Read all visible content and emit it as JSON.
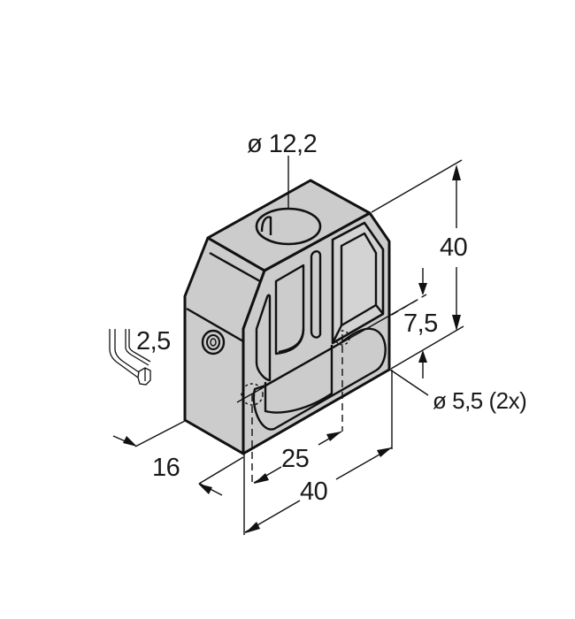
{
  "drawing": {
    "title": "Mounting bracket dimension drawing",
    "fill_color": "#cccccc",
    "line_color": "#111111",
    "background": "#ffffff"
  },
  "dimensions": {
    "top_bore": "ø 12,2",
    "height": "40",
    "hole_offset": "7,5",
    "mount_holes": "ø 5,5 (2x)",
    "hex_key": "2,5",
    "depth": "16",
    "hole_spacing": "25",
    "width": "40"
  },
  "icons": {
    "hex_key": "hex-key-icon"
  }
}
